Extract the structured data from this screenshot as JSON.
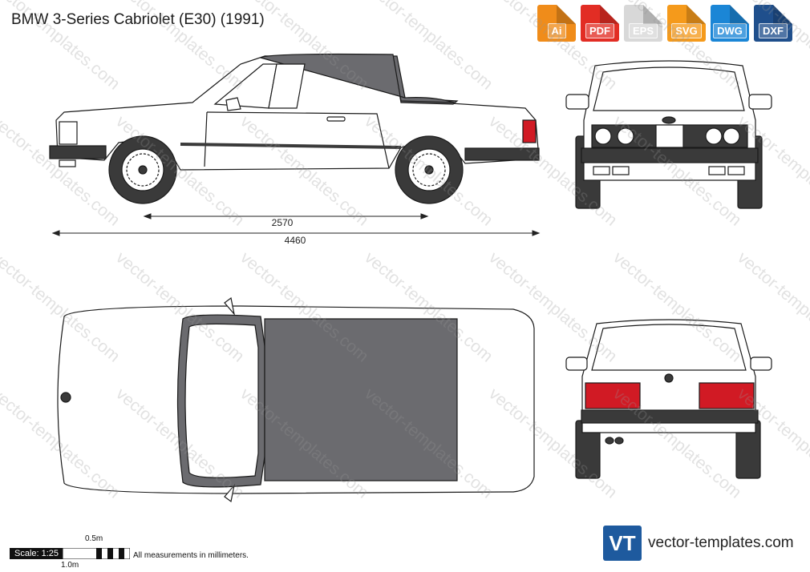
{
  "title": "BMW 3-Series Cabriolet (E30) (1991)",
  "formats": [
    {
      "label": "Ai",
      "color": "#f08c1a"
    },
    {
      "label": "PDF",
      "color": "#e22d24"
    },
    {
      "label": "EPS",
      "color": "#d8d8d8"
    },
    {
      "label": "SVG",
      "color": "#f59a1b"
    },
    {
      "label": "DWG",
      "color": "#1b86d6"
    },
    {
      "label": "DXF",
      "color": "#1f4f8c"
    }
  ],
  "dimensions": {
    "wheelbase": "2570",
    "length": "4460"
  },
  "scale": {
    "label": "Scale: 1:25",
    "half_meter": "0.5m",
    "one_meter": "1.0m"
  },
  "note": "All measurements in millimeters.",
  "watermark": "vector-templates.com",
  "brand": {
    "logo_text": "VT",
    "site": "vector-templates.com"
  },
  "colors": {
    "soft_top": "#6b6b6f",
    "tail_light": "#d11a24",
    "bumper": "#3a3a3a",
    "outline": "#1a1a1a",
    "brand_blue": "#1e5a9e"
  }
}
